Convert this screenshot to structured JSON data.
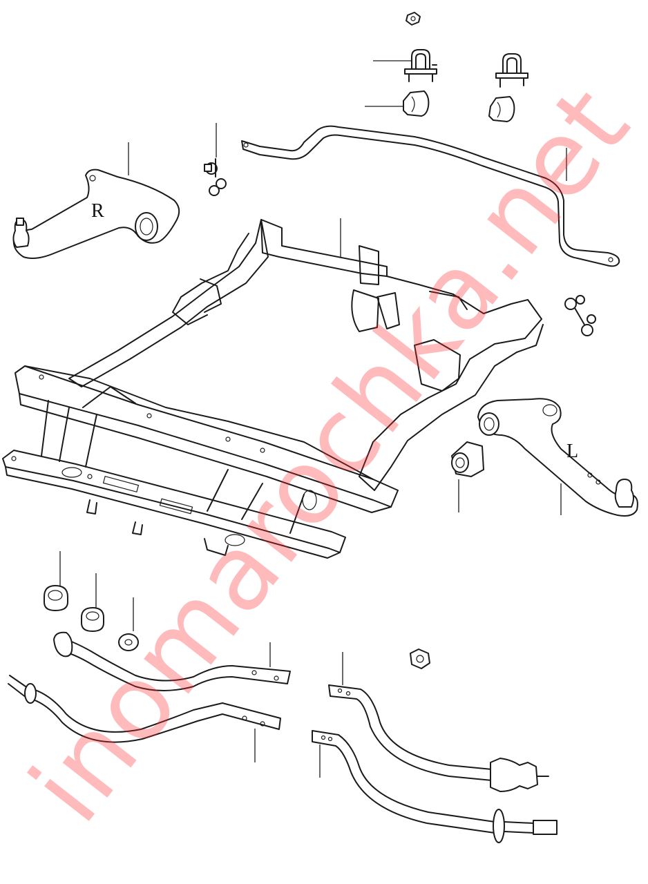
{
  "diagram": {
    "labels": {
      "right_arm": "R",
      "left_arm": "L"
    },
    "watermark": "inomarochka.net",
    "colors": {
      "line": "#1a1a1a",
      "watermark": "#ff2a2a",
      "background": "#ffffff"
    }
  }
}
